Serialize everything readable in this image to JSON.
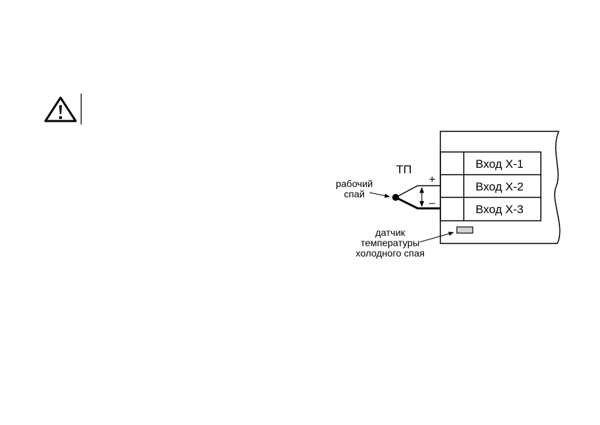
{
  "warning": {
    "icon": "warning-triangle-icon"
  },
  "diagram": {
    "thermocouple_label": "ТП",
    "hot_junction_label": [
      "рабочий",
      "спай"
    ],
    "polarity": {
      "plus": "+",
      "minus": "–"
    },
    "inputs": [
      {
        "label": "Вход Х-1"
      },
      {
        "label": "Вход Х-2"
      },
      {
        "label": "Вход Х-3"
      }
    ],
    "cold_junction_label": [
      "датчик",
      "температуры",
      "холодного спая"
    ]
  },
  "colors": {
    "ink": "#000000",
    "sensor_fill": "#d4d4d4",
    "background": "#ffffff"
  }
}
